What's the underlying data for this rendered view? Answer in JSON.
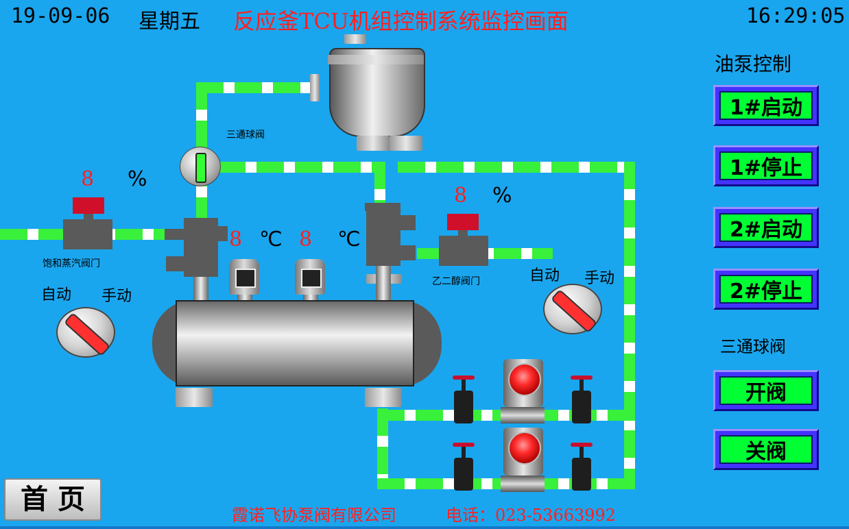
{
  "header": {
    "date": "19-09-06",
    "weekday": "星期五",
    "title": "反应釜TCU机组控制系统监控画面",
    "time": "16:29:05"
  },
  "process": {
    "steam_valve": {
      "label": "饱和蒸汽阀门",
      "value": "8",
      "unit": "%"
    },
    "glycol_valve": {
      "label": "乙二醇阀门",
      "value": "8",
      "unit": "%"
    },
    "three_way_ball_valve_label": "三通球阀",
    "temp1": {
      "value": "8",
      "unit": "℃"
    },
    "temp2": {
      "value": "8",
      "unit": "℃"
    },
    "left_switch": {
      "auto": "自动",
      "manual": "手动"
    },
    "right_switch": {
      "auto": "自动",
      "manual": "手动"
    }
  },
  "right_panel": {
    "pump_title": "油泵控制",
    "buttons": [
      {
        "label": "1#启动"
      },
      {
        "label": "1#停止"
      },
      {
        "label": "2#启动"
      },
      {
        "label": "2#停止"
      }
    ],
    "valve_title": "三通球阀",
    "valve_buttons": [
      {
        "label": "开阀"
      },
      {
        "label": "关阀"
      }
    ]
  },
  "footer": {
    "home_button": "首 页",
    "company": "霞诺飞协泵阀有限公司",
    "phone": "电话：023-53663992"
  },
  "colors": {
    "background": "#1aa6ee",
    "pipe_green": "#39f03a",
    "button_face": "#00ff33",
    "title_red": "#ff2020"
  }
}
